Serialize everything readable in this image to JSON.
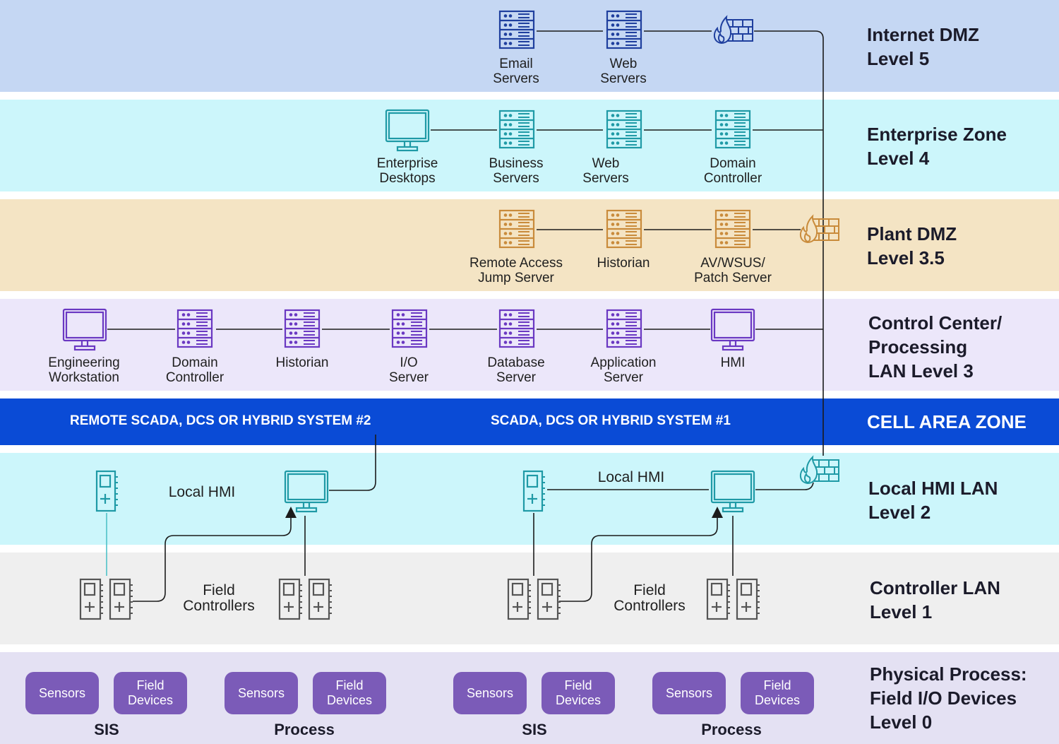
{
  "colors": {
    "level5_bg": "#c5d7f3",
    "level4_bg": "#ccf6fb",
    "level35_bg": "#f4e4c4",
    "level3_bg": "#ece7fa",
    "cell_bg": "#0a4bd6",
    "level2_bg": "#ccf6fb",
    "level1_bg": "#efefef",
    "level0_bg": "#e4e1f3",
    "blue_icon": "#1f3f9e",
    "teal_icon": "#1f9aa6",
    "orange_icon": "#c98b3b",
    "purple_icon": "#6a38c2",
    "gray_icon": "#555555",
    "pill": "#7b5bb8"
  },
  "levels": {
    "l5": "Internet DMZ\nLevel 5",
    "l4": "Enterprise Zone\nLevel 4",
    "l35": "Plant DMZ\nLevel 3.5",
    "l3": "Control Center/\nProcessing\nLAN Level 3",
    "cell": "CELL AREA ZONE",
    "l2": "Local HMI LAN\nLevel 2",
    "l1": "Controller LAN\nLevel 1",
    "l0": "Physical Process:\nField I/O Devices\nLevel 0"
  },
  "l5_nodes": {
    "email": "Email\nServers",
    "web": "Web\nServers"
  },
  "l4_nodes": {
    "desktops": "Enterprise\nDesktops",
    "business": "Business\nServers",
    "web": "Web\nServers",
    "domain": "Domain\nController"
  },
  "l35_nodes": {
    "jump": "Remote Access\nJump Server",
    "historian": "Historian",
    "patch": "AV/WSUS/\nPatch Server"
  },
  "l3_nodes": {
    "eng": "Engineering\nWorkstation",
    "domain": "Domain\nController",
    "historian": "Historian",
    "io": "I/O\nServer",
    "db": "Database\nServer",
    "app": "Application\nServer",
    "hmi": "HMI"
  },
  "systems": {
    "remote": "REMOTE SCADA, DCS OR HYBRID SYSTEM #2",
    "local": "SCADA, DCS OR HYBRID SYSTEM #1"
  },
  "l2": {
    "left_hmi": "Local HMI",
    "right_hmi": "Local HMI"
  },
  "l1": {
    "left_fc": "Field\nControllers",
    "right_fc": "Field\nControllers"
  },
  "l0": {
    "pills": [
      "Sensors",
      "Field\nDevices",
      "Sensors",
      "Field\nDevices",
      "Sensors",
      "Field\nDevices",
      "Sensors",
      "Field\nDevices"
    ],
    "groups": [
      "SIS",
      "Process",
      "SIS",
      "Process"
    ]
  }
}
